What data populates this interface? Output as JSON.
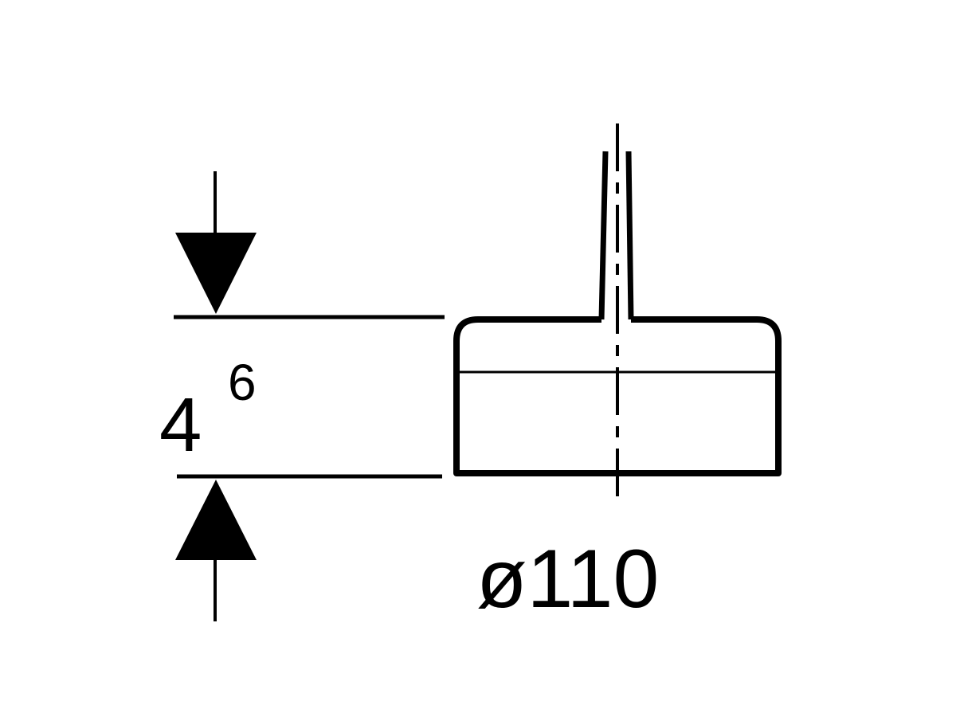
{
  "dimensions": {
    "height": {
      "main": "4",
      "superscript": "6"
    },
    "diameter": {
      "label": "ø110"
    }
  },
  "colors": {
    "line": "#000000",
    "background": "#ffffff"
  }
}
